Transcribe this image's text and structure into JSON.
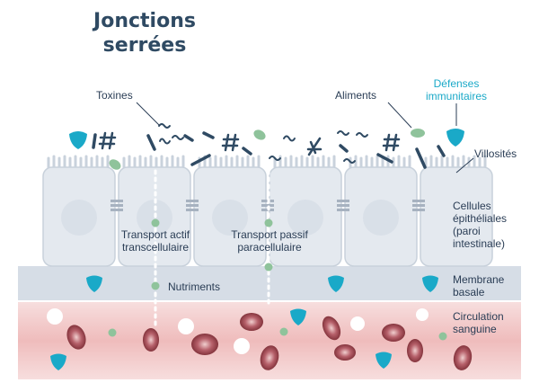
{
  "title": {
    "line1": "Jonctions",
    "line2": "serrées"
  },
  "labels": {
    "toxines": "Toxines",
    "aliments": "Aliments",
    "defenses_line1": "Défenses",
    "defenses_line2": "immunitaires",
    "villosites": "Villosités",
    "cellules_line1": "Cellules",
    "cellules_line2": "épithéliales",
    "cellules_line3": "(paroi",
    "cellules_line4": "intestinale)",
    "transport_actif_line1": "Transport actif",
    "transport_actif_line2": "transcellulaire",
    "transport_passif_line1": "Transport passif",
    "transport_passif_line2": "paracellulaire",
    "nutriments": "Nutriments",
    "membrane_line1": "Membrane",
    "membrane_line2": "basale",
    "circulation_line1": "Circulation",
    "circulation_line2": "sanguine"
  },
  "icons": {
    "defense": "shield-icon",
    "toxin": "toxin-icon",
    "food": "food-particle-icon",
    "nutrient": "nutrient-dot-icon",
    "blood_cell": "red-blood-cell-icon",
    "white_cell": "white-blood-cell-icon",
    "junction": "tight-junction-icon"
  },
  "colors": {
    "title": "#2f4a63",
    "text": "#2a3d55",
    "accent": "#1aa9c8",
    "toxin": "#2f4a63",
    "food": "#8fc39b",
    "cell": "#e3e8ee",
    "cell_border": "#c4cdd8",
    "membrane": "#d3dae3",
    "blood": "#f2c7c7",
    "red_cell": "#7b2c33"
  }
}
